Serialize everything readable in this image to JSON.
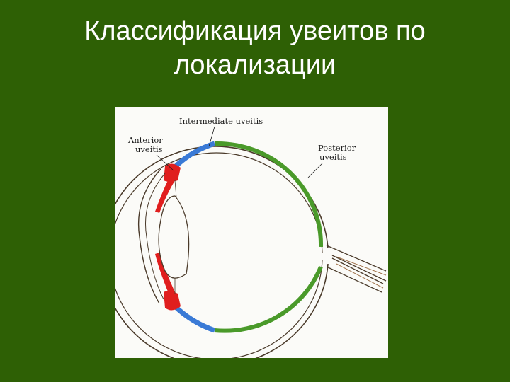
{
  "slide": {
    "title_line1": "Классификация увеитов по",
    "title_line2": "локализации",
    "background_color": "#2e6005"
  },
  "diagram": {
    "labels": {
      "intermediate": "Intermediate uveitis",
      "anterior_line1": "Anterior",
      "anterior_line2": "uveitis",
      "posterior_line1": "Posterior",
      "posterior_line2": "uveitis"
    },
    "colors": {
      "anterior": "#e01e1e",
      "intermediate": "#3a7ad6",
      "posterior": "#4a9a2a",
      "outline": "#4a3a2a",
      "panel": "#fbfbf8"
    }
  }
}
